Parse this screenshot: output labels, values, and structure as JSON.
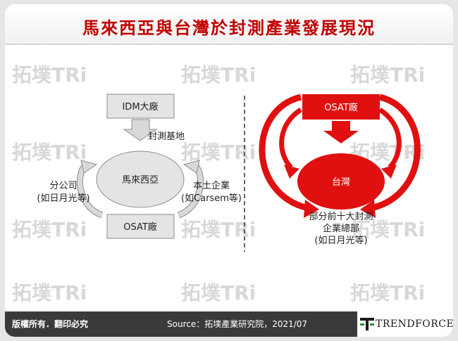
{
  "title": "馬來西亞與台灣於封測產業發展現況",
  "watermark": "拓墣TRi",
  "left_diagram": {
    "top_box": "IDM大廠",
    "top_arrow_label": "封測基地",
    "center": "馬來西亞",
    "bottom_box": "OSAT廠",
    "left_label_line1": "分公司",
    "left_label_line2": "(如日月光等)",
    "right_label_line1": "本土企業",
    "right_label_line2": "(如Carsem等)"
  },
  "right_diagram": {
    "top_box": "OSAT廠",
    "center": "台灣",
    "bottom_label_line1": "部分前十大封測",
    "bottom_label_line2": "企業總部",
    "bottom_label_line3": "(如日月光等)"
  },
  "footer": {
    "rights": "版權所有．翻印必究",
    "source": "Source：拓墣產業研究院，2021/07",
    "brand": "TRENDFORCE"
  },
  "colors": {
    "title_red": "#c00000",
    "accent_red": "#e01010",
    "footer_bg": "#3a3a3a"
  }
}
